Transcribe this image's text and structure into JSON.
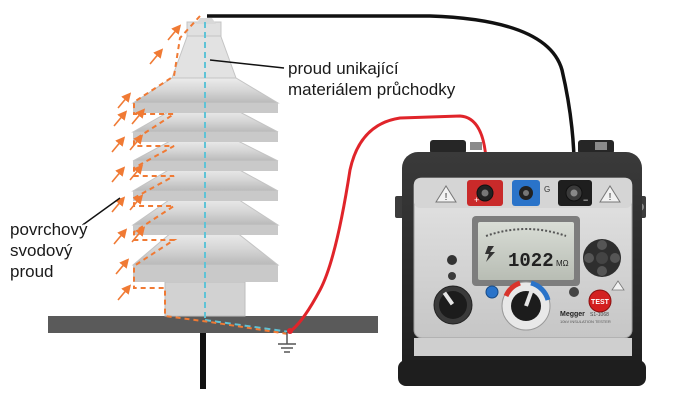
{
  "labels": {
    "core_leakage": [
      "proud unikající",
      "materiálem průchodky"
    ],
    "surface_leakage": [
      "povrchový",
      "svodový",
      "proud"
    ]
  },
  "meter": {
    "display_reading": "1022",
    "display_unit": "MΩ",
    "brand": "Megger",
    "model": "S1-1068",
    "subtitle": "10kV INSULATION TESTER",
    "test_button_label": "TEST",
    "terminals": [
      "+",
      "G",
      "−"
    ]
  },
  "colors": {
    "insulator": "#d9d9d9",
    "surface_current": "#f07a34",
    "core_current": "#5fc3d6",
    "red_lead": "#e0242a",
    "black_lead": "#111111",
    "meter_case": "#2b2b2b",
    "ground_plate": "#5a5a5a"
  },
  "icons": [
    "ground-icon",
    "warning-icon",
    "lightning-icon"
  ]
}
